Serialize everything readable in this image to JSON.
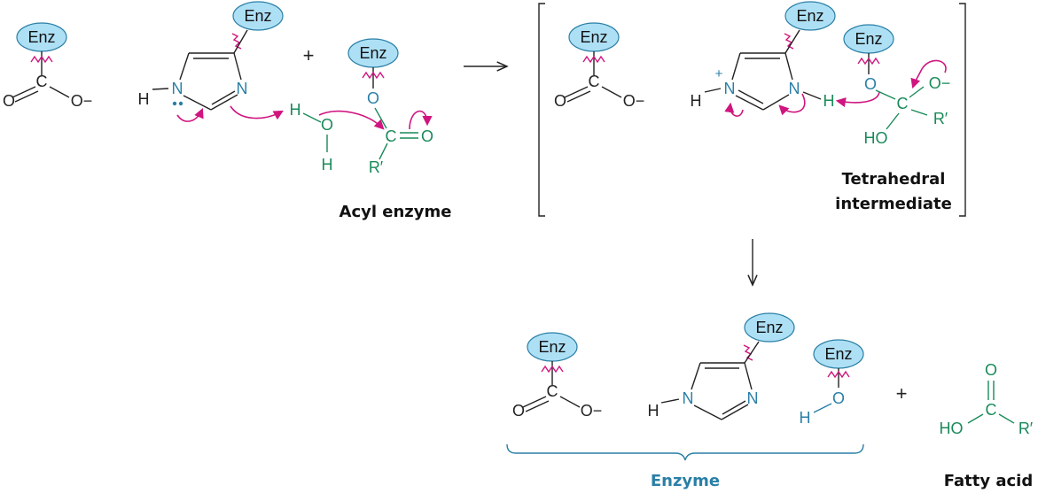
{
  "colors": {
    "black": "#222222",
    "green": "#1a8a5a",
    "blue": "#2a7fa6",
    "magenta": "#d0157f",
    "enzyme_fill": "#aee0f5"
  },
  "labels": {
    "enz": "Enz",
    "C": "C",
    "O": "O",
    "O_minus": "O−",
    "N": "N",
    "H": "H",
    "HO": "HO",
    "R_prime": "R′",
    "plus_charge": "+",
    "plus_sign": "+"
  },
  "captions": {
    "acyl_enzyme": "Acyl enzyme",
    "tetrahedral_line1": "Tetrahedral",
    "tetrahedral_line2": "intermediate",
    "enzyme": "Enzyme",
    "fatty_acid": "Fatty acid"
  }
}
